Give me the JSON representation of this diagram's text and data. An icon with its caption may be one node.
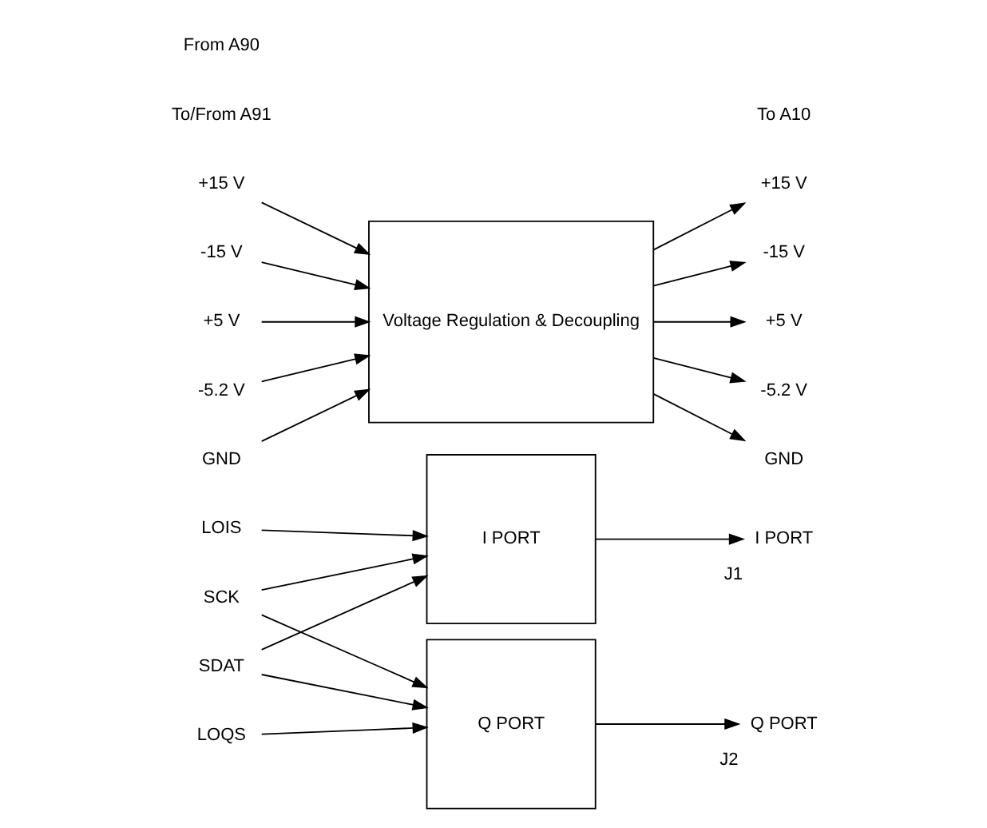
{
  "diagram": {
    "nodes": [
      {
        "text": [
          "LOIS"
        ]
      },
      {
        "text": [
          "SCK"
        ]
      },
      {
        "text": [
          "SDAT"
        ]
      },
      {
        "text": [
          "LOQS"
        ]
      },
      {
        "text": [
          "I PORT"
        ]
      },
      {
        "text": [
          "Q PORT"
        ]
      },
      {
        "text": [
          "I PORT"
        ],
        "beside": [
          "J1"
        ]
      },
      {
        "text": [
          "Q PORT"
        ],
        "beside": [
          "J2"
        ]
      },
      {
        "text": [
          "+15 V"
        ]
      },
      {
        "text": [
          "-15 V"
        ]
      },
      {
        "text": [
          "+5 V"
        ]
      },
      {
        "text": [
          "-5.2 V"
        ]
      },
      {
        "text": [
          "GND"
        ]
      },
      {
        "text": [
          "Voltage Regulation & Decoupling"
        ]
      },
      {
        "text": [
          "+15 V"
        ]
      },
      {
        "text": [
          "-15 V"
        ]
      },
      {
        "text": [
          "+5 V"
        ]
      },
      {
        "text": [
          "-5.2 V"
        ]
      },
      {
        "text": [
          "GND"
        ]
      }
    ],
    "edges": [
      {
        "from": 0,
        "to": 4,
        "arrow": "to"
      },
      {
        "from": 1,
        "to": 4,
        "arrow": "to"
      },
      {
        "from": 1,
        "to": 5,
        "arrow": "to"
      },
      {
        "from": 2,
        "to": 4,
        "arrow": "to"
      },
      {
        "from": 2,
        "to": 5,
        "arrow": "to"
      },
      {
        "from": 3,
        "to": 5,
        "arrow": "to"
      },
      {
        "from": 4,
        "to": 6,
        "arrow": "to"
      },
      {
        "from": 5,
        "to": 7,
        "arrow": "to"
      },
      {
        "from": 8,
        "to": 13,
        "arrow": "to"
      },
      {
        "from": 9,
        "to": 13,
        "arrow": "to"
      },
      {
        "from": 10,
        "to": 13,
        "arrow": "to"
      },
      {
        "from": 11,
        "to": 13,
        "arrow": "to"
      },
      {
        "from": 12,
        "to": 13,
        "arrow": "to"
      },
      {
        "from": 13,
        "to": 14,
        "arrow": "to"
      },
      {
        "from": 13,
        "to": 15,
        "arrow": "to"
      },
      {
        "from": 13,
        "to": 16,
        "arrow": "to"
      },
      {
        "from": 13,
        "to": 17,
        "arrow": "to"
      },
      {
        "from": 13,
        "to": 18,
        "arrow": "to"
      }
    ],
    "labels": [
      "To/From A91",
      "To A10",
      "From A90"
    ]
  }
}
